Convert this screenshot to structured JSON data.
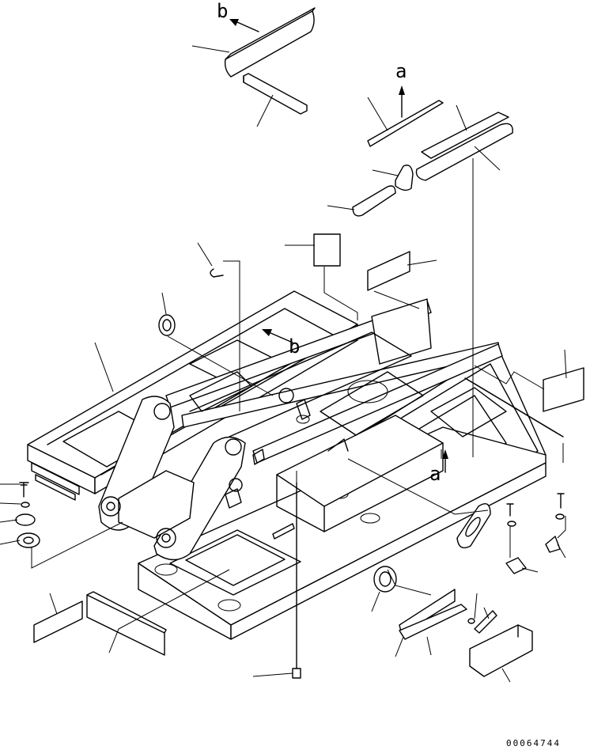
{
  "view_labels": {
    "a_top": "a",
    "a_frame": "a",
    "b_top": "b",
    "b_frame": "b"
  },
  "drawing_code": "00064744"
}
